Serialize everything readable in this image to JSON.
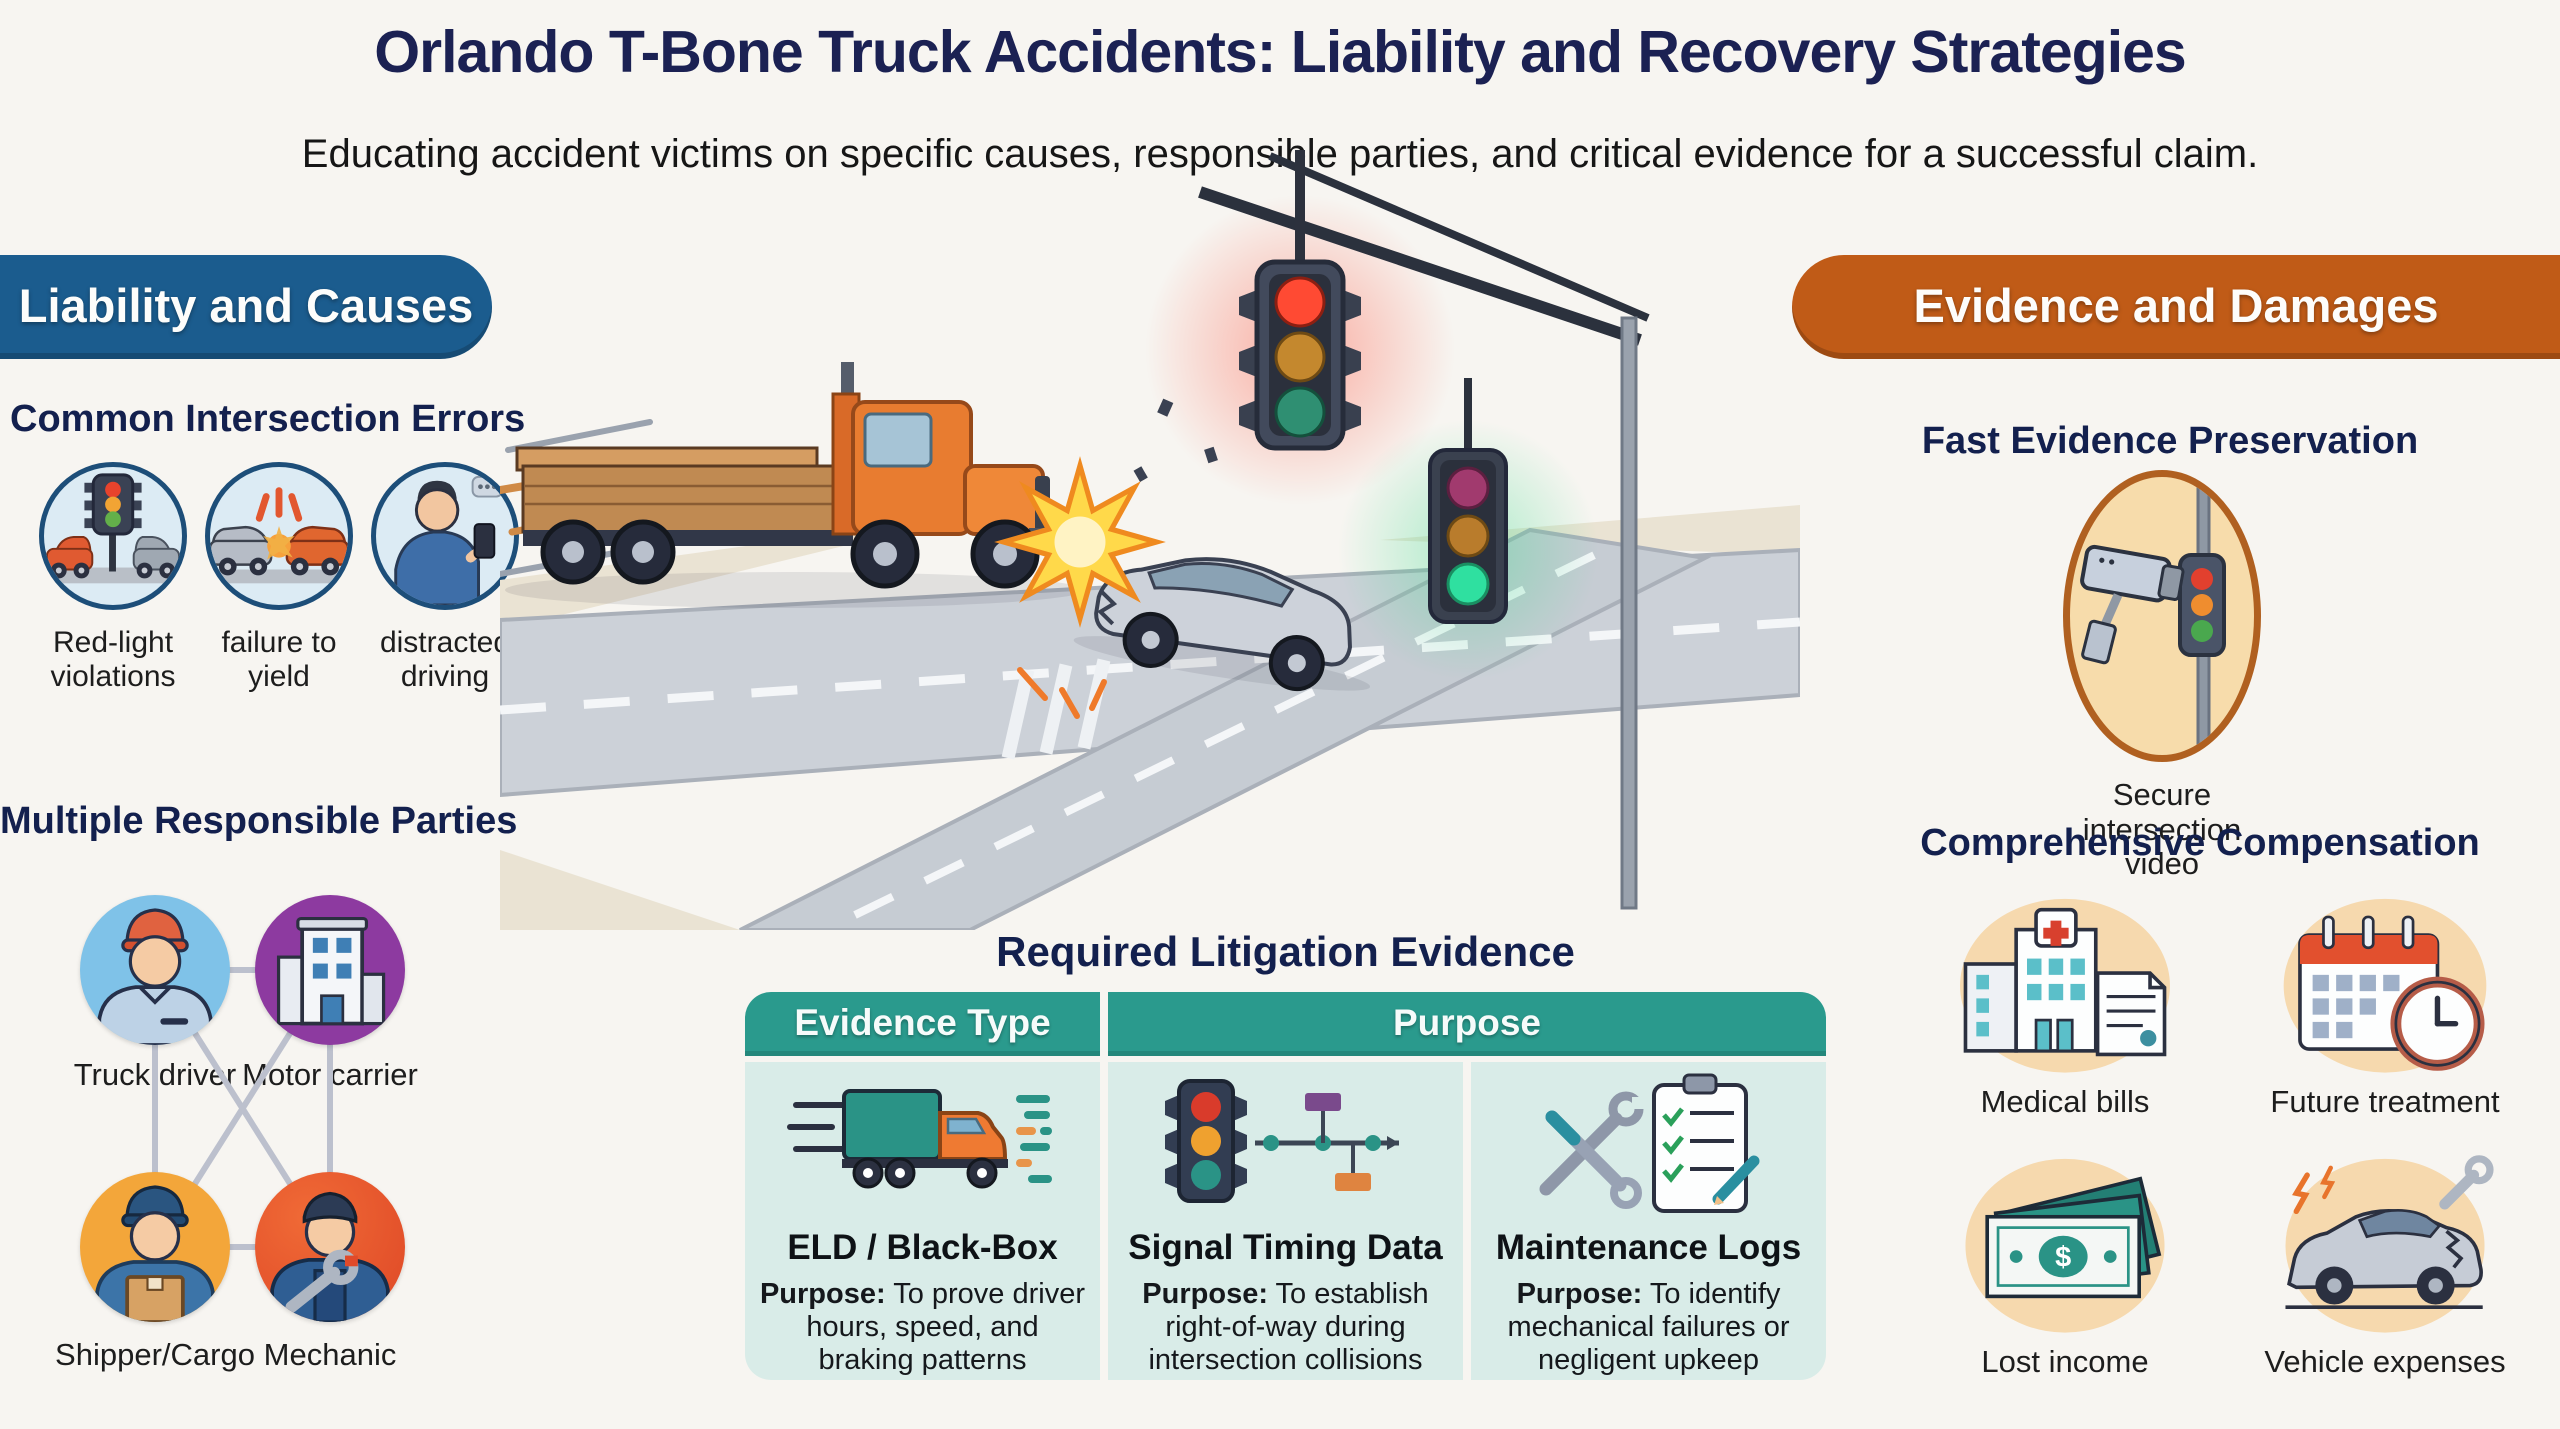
{
  "header": {
    "title": "Orlando T-Bone Truck Accidents: Liability and Recovery Strategies",
    "subtitle": "Educating accident victims on specific causes, responsible parties, and critical evidence for a successful claim."
  },
  "left": {
    "banner": "Liability and Causes",
    "errors": {
      "heading": "Common Intersection Errors",
      "items": [
        {
          "label": "Red-light violations",
          "icon": "redlight-cars-icon"
        },
        {
          "label": "failure to yield",
          "icon": "cars-collision-icon"
        },
        {
          "label": "distracted driving",
          "icon": "driver-phone-icon"
        }
      ]
    },
    "parties": {
      "heading": "Multiple Responsible Parties",
      "items": [
        {
          "label": "Truck driver",
          "icon": "truck-driver-icon",
          "color": "#7fc2e8"
        },
        {
          "label": "Motor carrier",
          "icon": "office-building-icon",
          "color": "#8d3aa0"
        },
        {
          "label": "Shipper/Cargo",
          "icon": "shipper-box-icon",
          "color": "#f3a63a"
        },
        {
          "label": "Mechanic",
          "icon": "mechanic-wrench-icon",
          "color": "#e9512f"
        }
      ]
    }
  },
  "center": {
    "illustration_alt": "Flatbed truck running a red light and T-boning a silver car at a signalized intersection",
    "evidence_table": {
      "title": "Required Litigation Evidence",
      "columns": [
        "Evidence Type",
        "Purpose"
      ],
      "rows": [
        {
          "type": "ELD / Black-Box",
          "purpose_label": "Purpose:",
          "purpose_text": "To prove driver hours, speed, and braking patterns",
          "icon": "eld-truck-icon"
        },
        {
          "type": "Signal Timing Data",
          "purpose_label": "Purpose:",
          "purpose_text": "To establish right-of-way during intersection collisions",
          "icon": "signal-timeline-icon"
        },
        {
          "type": "Maintenance Logs",
          "purpose_label": "Purpose:",
          "purpose_text": "To identify mechanical failures or negligent upkeep",
          "icon": "wrench-checklist-icon"
        }
      ]
    }
  },
  "right": {
    "banner": "Evidence and Damages",
    "preservation": {
      "heading": "Fast Evidence Preservation",
      "items": [
        {
          "label": "Secure intersection video",
          "icon": "cctv-camera-icon"
        }
      ]
    },
    "compensation": {
      "heading": "Comprehensive Compensation",
      "items": [
        {
          "label": "Medical bills",
          "icon": "hospital-bill-icon"
        },
        {
          "label": "Future treatment",
          "icon": "calendar-clock-icon"
        },
        {
          "label": "Lost income",
          "icon": "cash-bills-icon"
        },
        {
          "label": "Vehicle expenses",
          "icon": "damaged-car-icon"
        }
      ]
    }
  },
  "colors": {
    "banner_blue": "#1b5c8e",
    "banner_orange": "#c05b17",
    "heading_navy": "#13204e",
    "table_header_teal": "#2a9a8d",
    "table_cell_mint": "#d9ece8",
    "icon_blob_peach": "#f6d9ae",
    "party_truck_driver": "#7fc2e8",
    "party_motor_carrier": "#8d3aa0",
    "party_shipper": "#f3a63a",
    "party_mechanic": "#e9512f"
  }
}
